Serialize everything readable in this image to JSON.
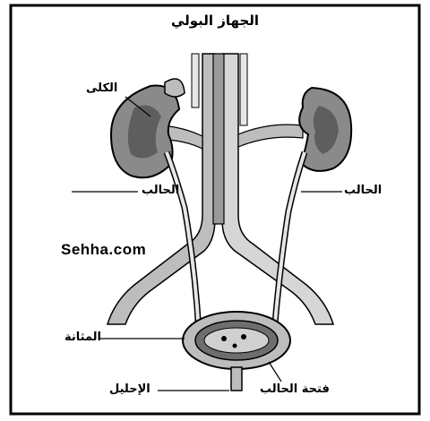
{
  "title": "الجهاز البولي",
  "watermark": "Sehha.com",
  "labels": {
    "kidney": "الكلى",
    "ureter_left": "الحالب",
    "ureter_right": "الحالب",
    "bladder": "المثانة",
    "urethra": "الإحليل",
    "ureter_opening": "فتحة الحالب"
  },
  "colors": {
    "ink": "#000000",
    "fill_dark": "#8a8a8a",
    "fill_mid": "#bdbdbd",
    "fill_light": "#e6e6e6",
    "background": "#ffffff"
  }
}
